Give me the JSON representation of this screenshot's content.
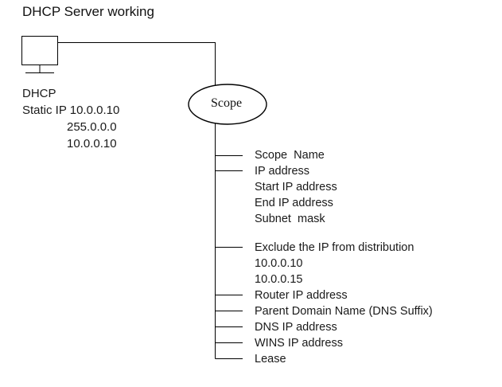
{
  "diagram": {
    "title": "DHCP Server working",
    "type": "network-topology-tree",
    "line_color": "#000000",
    "text_color": "#1a1a1a",
    "background": "#ffffff",
    "server": {
      "icon": "desktop-computer-icon",
      "label": "DHCP",
      "static_ip_line": "Static IP 10.0.0.10",
      "subnet_mask": "255.0.0.0",
      "gateway": "10.0.0.10"
    },
    "scope_node": {
      "label": "Scope",
      "shape": "ellipse"
    },
    "branches": [
      {
        "label": "Scope  Name",
        "has_stub": true
      },
      {
        "label": "IP address",
        "has_stub": true
      },
      {
        "label": "Start IP address",
        "has_stub": false
      },
      {
        "label": "End IP address",
        "has_stub": false
      },
      {
        "label": "Subnet  mask",
        "has_stub": false
      },
      {
        "label": "Exclude the IP from distribution",
        "has_stub": true
      },
      {
        "label": "10.0.0.10",
        "has_stub": false
      },
      {
        "label": "10.0.0.15",
        "has_stub": false
      },
      {
        "label": "Router IP address",
        "has_stub": true
      },
      {
        "label": "Parent Domain Name (DNS Suffix)",
        "has_stub": true
      },
      {
        "label": "DNS IP address",
        "has_stub": true
      },
      {
        "label": "WINS IP address",
        "has_stub": true
      },
      {
        "label": "Lease",
        "has_stub": true
      }
    ]
  }
}
